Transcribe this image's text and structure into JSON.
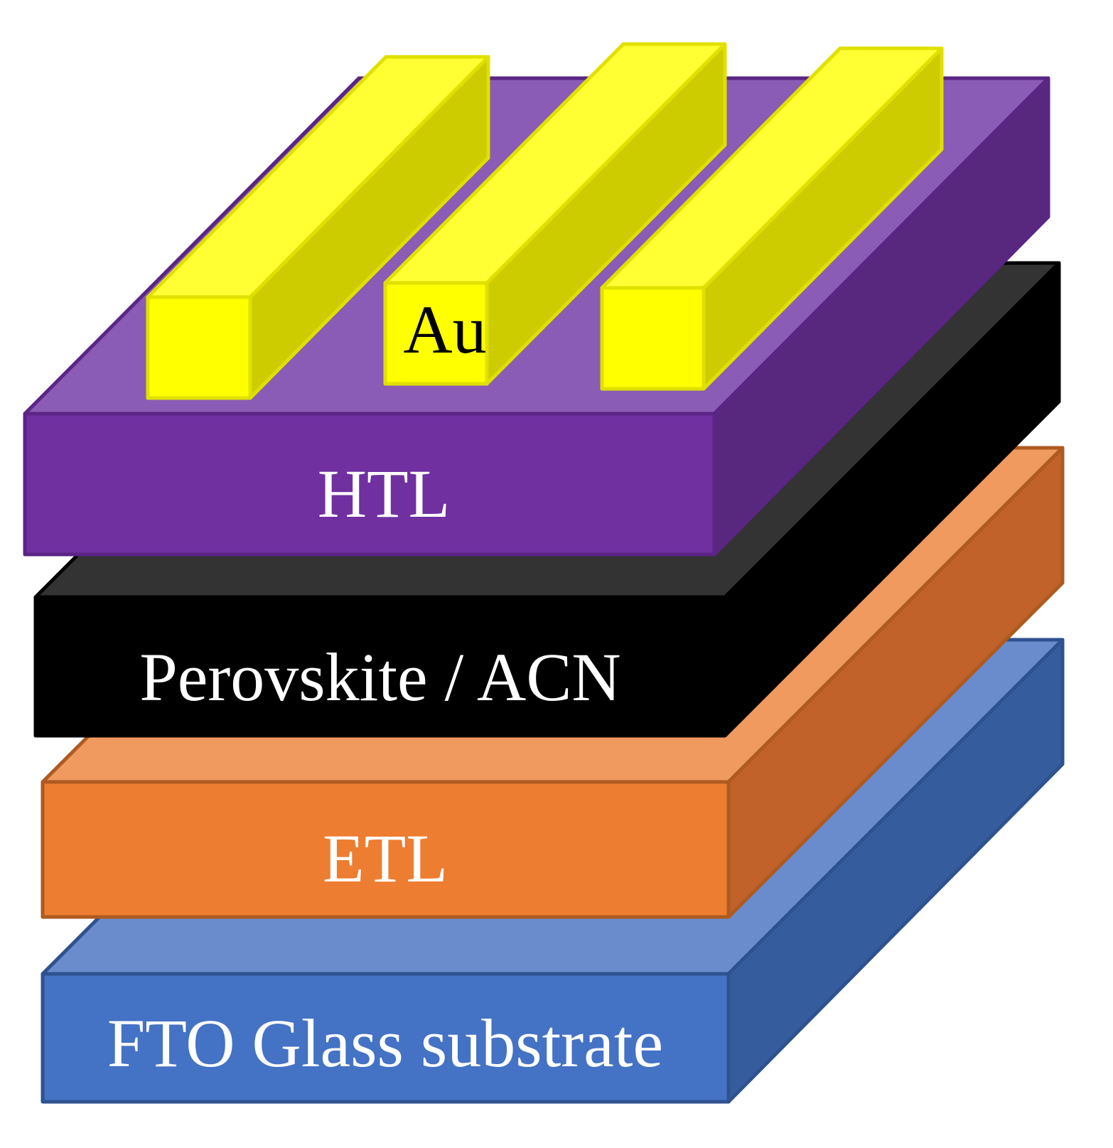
{
  "diagram": {
    "layers": [
      {
        "id": "fto",
        "label": "FTO Glass substrate",
        "colors": {
          "top": "#6a8ccc",
          "front": "#4472c4",
          "side": "#355d9e",
          "stroke": "#2f528f"
        }
      },
      {
        "id": "etl",
        "label": "ETL",
        "colors": {
          "top": "#f09a60",
          "front": "#ed7d31",
          "side": "#c0622a",
          "stroke": "#ae5a21"
        }
      },
      {
        "id": "perovskite",
        "label": "Perovskite / ACN",
        "colors": {
          "top": "#333333",
          "front": "#000000",
          "side": "#000000",
          "stroke": "#000000"
        }
      },
      {
        "id": "htl",
        "label": "HTL",
        "colors": {
          "top": "#8a5cb5",
          "front": "#7030a0",
          "side": "#58287e",
          "stroke": "#5a2585"
        }
      }
    ],
    "electrodes": {
      "label": "Au",
      "count": 3,
      "colors": {
        "top": "#ffff33",
        "front": "#ffff00",
        "side": "#cccc00",
        "stroke": "#e0e000"
      }
    }
  }
}
